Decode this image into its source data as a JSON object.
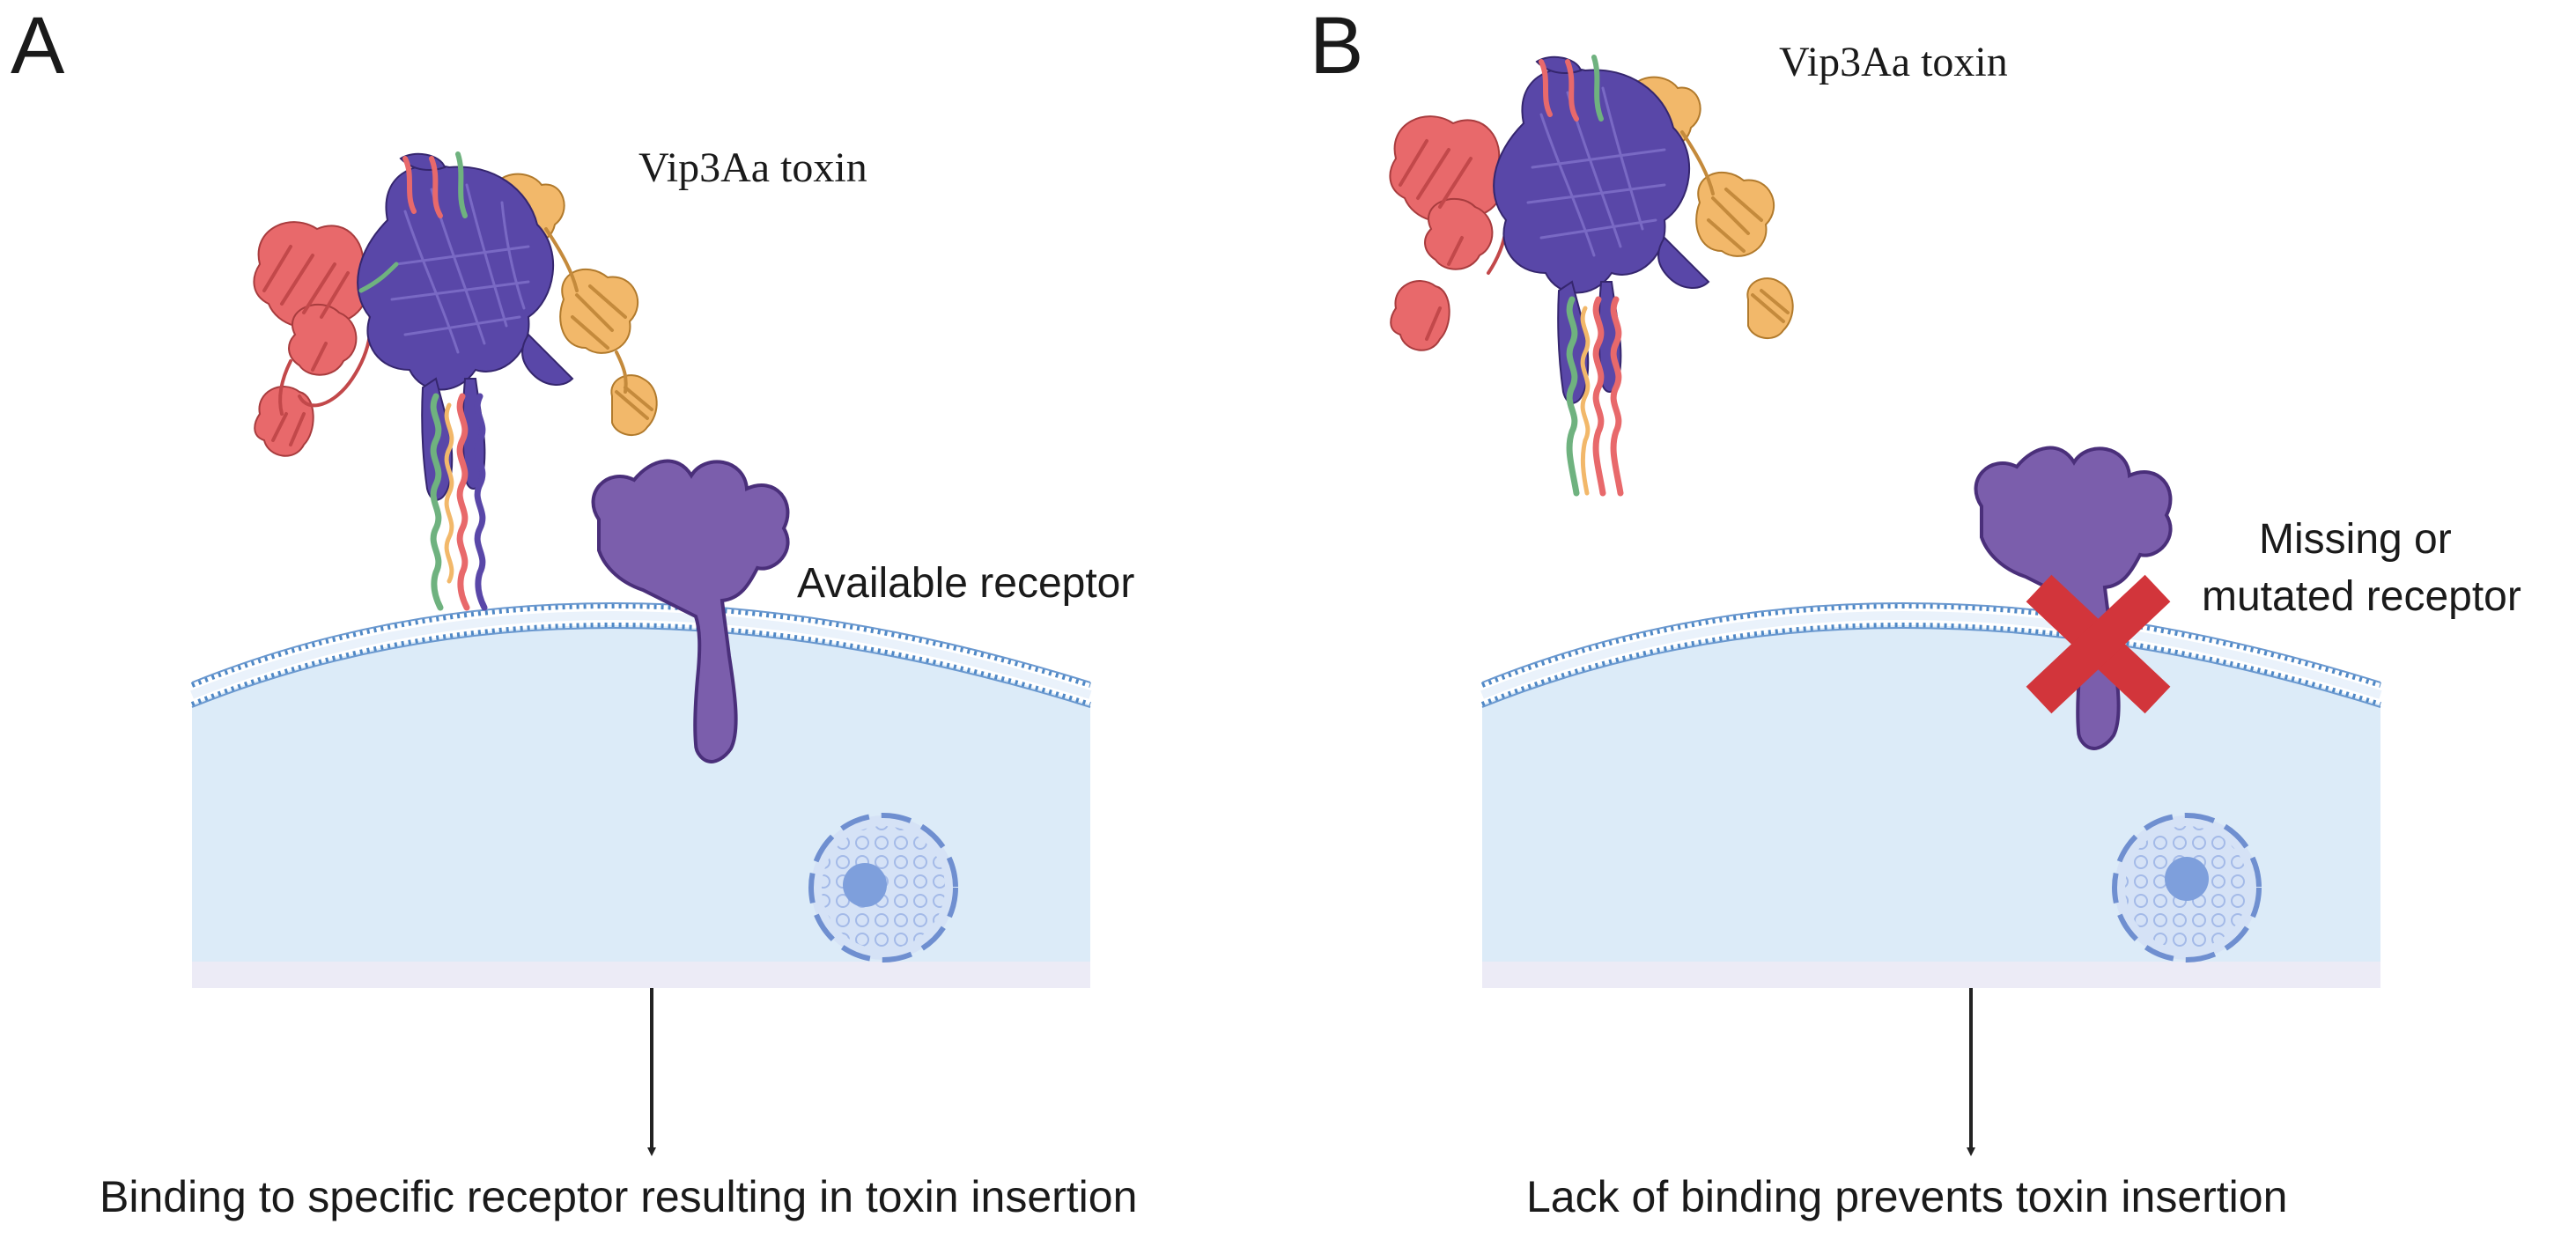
{
  "panels": [
    {
      "letter": "A",
      "toxin_label": "Vip3Aa toxin",
      "receptor_label": "Available receptor",
      "caption": "Binding to specific receptor resulting in toxin insertion",
      "receptor_status": "available"
    },
    {
      "letter": "B",
      "toxin_label": "Vip3Aa toxin",
      "receptor_label_line1": "Missing or",
      "receptor_label_line2": "mutated receptor",
      "caption": "Lack of binding prevents toxin insertion",
      "receptor_status": "missing-or-mutated"
    }
  ],
  "colors": {
    "cell_fill": "#dcebf8",
    "cell_bottom": "#ecebf6",
    "membrane": "#4f88c6",
    "receptor": "#7b5eac",
    "receptor_outline": "#4a2f7a",
    "cross": "#d2353b",
    "toxin_red": "#e8696b",
    "toxin_blue": "#5947a8",
    "toxin_green": "#6fb27f",
    "toxin_orange": "#f2b86a",
    "nucleus": "#7e9fdc"
  },
  "icons": [
    "vip3aa-toxin-structure-icon",
    "receptor-icon",
    "cell-membrane-icon",
    "nucleus-icon",
    "cross-mark-icon",
    "down-arrow-icon"
  ]
}
